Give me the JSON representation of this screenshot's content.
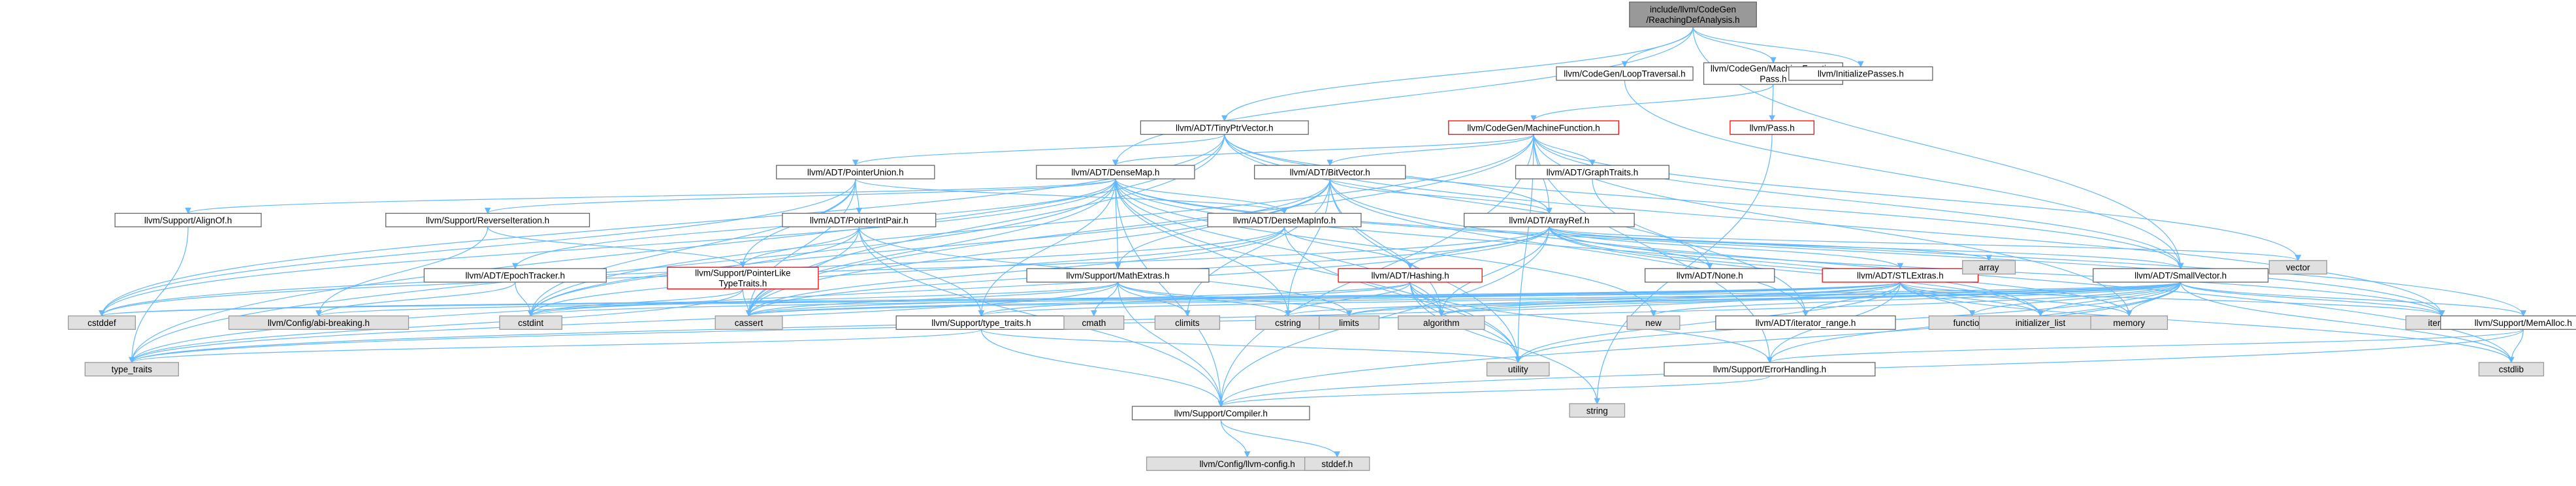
{
  "diagram": {
    "type": "include-dependency-graph",
    "colors": {
      "root_fill": "#999999",
      "node_border": "#666666",
      "missing_border": "#ff0000",
      "system_fill": "#e0e0e0",
      "edge": "#63b8ff"
    },
    "nodes": [
      {
        "id": "root",
        "style": "root",
        "label": [
          "include/llvm/CodeGen",
          "/ReachingDefAnalysis.h"
        ]
      },
      {
        "id": "loopTraversal",
        "style": "plain",
        "label": [
          "llvm/CodeGen/LoopTraversal.h"
        ]
      },
      {
        "id": "mfp",
        "style": "plain",
        "label": [
          "llvm/CodeGen/MachineFunction",
          "Pass.h"
        ]
      },
      {
        "id": "initPasses",
        "style": "plain",
        "label": [
          "llvm/InitializePasses.h"
        ]
      },
      {
        "id": "tinyPtr",
        "style": "plain",
        "label": [
          "llvm/ADT/TinyPtrVector.h"
        ]
      },
      {
        "id": "machineFunction",
        "style": "red",
        "label": [
          "llvm/CodeGen/MachineFunction.h"
        ]
      },
      {
        "id": "pass",
        "style": "red",
        "label": [
          "llvm/Pass.h"
        ]
      },
      {
        "id": "ptrUnion",
        "style": "plain",
        "label": [
          "llvm/ADT/PointerUnion.h"
        ]
      },
      {
        "id": "denseMap",
        "style": "plain",
        "label": [
          "llvm/ADT/DenseMap.h"
        ]
      },
      {
        "id": "bitVector",
        "style": "plain",
        "label": [
          "llvm/ADT/BitVector.h"
        ]
      },
      {
        "id": "graphTraits",
        "style": "plain",
        "label": [
          "llvm/ADT/GraphTraits.h"
        ]
      },
      {
        "id": "alignOf",
        "style": "plain",
        "label": [
          "llvm/Support/AlignOf.h"
        ]
      },
      {
        "id": "revIter",
        "style": "plain",
        "label": [
          "llvm/Support/ReverseIteration.h"
        ]
      },
      {
        "id": "ptrIntPair",
        "style": "plain",
        "label": [
          "llvm/ADT/PointerIntPair.h"
        ]
      },
      {
        "id": "denseMapInfo",
        "style": "plain",
        "label": [
          "llvm/ADT/DenseMapInfo.h"
        ]
      },
      {
        "id": "arrayRef",
        "style": "plain",
        "label": [
          "llvm/ADT/ArrayRef.h"
        ]
      },
      {
        "id": "epoch",
        "style": "plain",
        "label": [
          "llvm/ADT/EpochTracker.h"
        ]
      },
      {
        "id": "ptrLike",
        "style": "red",
        "label": [
          "llvm/Support/PointerLike",
          "TypeTraits.h"
        ]
      },
      {
        "id": "mathExtras",
        "style": "plain",
        "label": [
          "llvm/Support/MathExtras.h"
        ]
      },
      {
        "id": "hashing",
        "style": "red",
        "label": [
          "llvm/ADT/Hashing.h"
        ]
      },
      {
        "id": "none",
        "style": "plain",
        "label": [
          "llvm/ADT/None.h"
        ]
      },
      {
        "id": "stlExtras",
        "style": "red",
        "label": [
          "llvm/ADT/STLExtras.h"
        ]
      },
      {
        "id": "smallVector",
        "style": "plain",
        "label": [
          "llvm/ADT/SmallVector.h"
        ]
      },
      {
        "id": "array",
        "style": "gray",
        "label": [
          "array"
        ]
      },
      {
        "id": "vector",
        "style": "gray",
        "label": [
          "vector"
        ]
      },
      {
        "id": "cstddef",
        "style": "gray",
        "label": [
          "cstddef"
        ]
      },
      {
        "id": "abiBreaking",
        "style": "gray",
        "label": [
          "llvm/Config/abi-breaking.h"
        ]
      },
      {
        "id": "cstdint",
        "style": "gray",
        "label": [
          "cstdint"
        ]
      },
      {
        "id": "cassert",
        "style": "gray",
        "label": [
          "cassert"
        ]
      },
      {
        "id": "typeTraitsLlvm",
        "style": "plain",
        "label": [
          "llvm/Support/type_traits.h"
        ]
      },
      {
        "id": "cmath",
        "style": "gray",
        "label": [
          "cmath"
        ]
      },
      {
        "id": "climits",
        "style": "gray",
        "label": [
          "climits"
        ]
      },
      {
        "id": "cstring",
        "style": "gray",
        "label": [
          "cstring"
        ]
      },
      {
        "id": "limits",
        "style": "gray",
        "label": [
          "limits"
        ]
      },
      {
        "id": "algorithm",
        "style": "gray",
        "label": [
          "algorithm"
        ]
      },
      {
        "id": "new",
        "style": "gray",
        "label": [
          "new"
        ]
      },
      {
        "id": "iterRange",
        "style": "plain",
        "label": [
          "llvm/ADT/iterator_range.h"
        ]
      },
      {
        "id": "functional",
        "style": "gray",
        "label": [
          "functional"
        ]
      },
      {
        "id": "initList",
        "style": "gray",
        "label": [
          "initializer_list"
        ]
      },
      {
        "id": "memory",
        "style": "gray",
        "label": [
          "memory"
        ]
      },
      {
        "id": "iterator",
        "style": "gray",
        "label": [
          "iterator"
        ]
      },
      {
        "id": "memAlloc",
        "style": "plain",
        "label": [
          "llvm/Support/MemAlloc.h"
        ]
      },
      {
        "id": "typeTraits",
        "style": "gray",
        "label": [
          "type_traits"
        ]
      },
      {
        "id": "utility",
        "style": "gray",
        "label": [
          "utility"
        ]
      },
      {
        "id": "errorHandling",
        "style": "plain",
        "label": [
          "llvm/Support/ErrorHandling.h"
        ]
      },
      {
        "id": "cstdlib",
        "style": "gray",
        "label": [
          "cstdlib"
        ]
      },
      {
        "id": "string",
        "style": "gray",
        "label": [
          "string"
        ]
      },
      {
        "id": "compiler",
        "style": "plain",
        "label": [
          "llvm/Support/Compiler.h"
        ]
      },
      {
        "id": "llvmConfig",
        "style": "gray",
        "label": [
          "llvm/Config/llvm-config.h"
        ]
      },
      {
        "id": "stddef",
        "style": "gray",
        "label": [
          "stddef.h"
        ]
      }
    ],
    "edges": [
      [
        "root",
        "loopTraversal"
      ],
      [
        "root",
        "mfp"
      ],
      [
        "root",
        "initPasses"
      ],
      [
        "root",
        "tinyPtr"
      ],
      [
        "root",
        "denseMap"
      ],
      [
        "root",
        "smallVector"
      ],
      [
        "loopTraversal",
        "smallVector"
      ],
      [
        "mfp",
        "machineFunction"
      ],
      [
        "mfp",
        "pass"
      ],
      [
        "pass",
        "string"
      ],
      [
        "tinyPtr",
        "ptrUnion"
      ],
      [
        "tinyPtr",
        "arrayRef"
      ],
      [
        "tinyPtr",
        "none"
      ],
      [
        "tinyPtr",
        "smallVector"
      ],
      [
        "tinyPtr",
        "cassert"
      ],
      [
        "tinyPtr",
        "cstddef"
      ],
      [
        "tinyPtr",
        "iterator"
      ],
      [
        "tinyPtr",
        "typeTraits"
      ],
      [
        "machineFunction",
        "denseMap"
      ],
      [
        "machineFunction",
        "bitVector"
      ],
      [
        "machineFunction",
        "graphTraits"
      ],
      [
        "machineFunction",
        "arrayRef"
      ],
      [
        "machineFunction",
        "smallVector"
      ],
      [
        "machineFunction",
        "compiler"
      ],
      [
        "machineFunction",
        "cassert"
      ],
      [
        "machineFunction",
        "cstdint"
      ],
      [
        "machineFunction",
        "memory"
      ],
      [
        "machineFunction",
        "utility"
      ],
      [
        "machineFunction",
        "vector"
      ],
      [
        "machineFunction",
        "errorHandling"
      ],
      [
        "ptrUnion",
        "denseMapInfo"
      ],
      [
        "ptrUnion",
        "ptrIntPair"
      ],
      [
        "ptrUnion",
        "ptrLike"
      ],
      [
        "ptrUnion",
        "cassert"
      ],
      [
        "ptrUnion",
        "cstddef"
      ],
      [
        "ptrUnion",
        "cstdint"
      ],
      [
        "denseMap",
        "denseMapInfo"
      ],
      [
        "denseMap",
        "epoch"
      ],
      [
        "denseMap",
        "alignOf"
      ],
      [
        "denseMap",
        "compiler"
      ],
      [
        "denseMap",
        "mathExtras"
      ],
      [
        "denseMap",
        "memAlloc"
      ],
      [
        "denseMap",
        "revIter"
      ],
      [
        "denseMap",
        "typeTraitsLlvm"
      ],
      [
        "denseMap",
        "algorithm"
      ],
      [
        "denseMap",
        "cassert"
      ],
      [
        "denseMap",
        "cstddef"
      ],
      [
        "denseMap",
        "cstring"
      ],
      [
        "denseMap",
        "initList"
      ],
      [
        "denseMap",
        "iterator"
      ],
      [
        "denseMap",
        "new"
      ],
      [
        "denseMap",
        "typeTraits"
      ],
      [
        "denseMap",
        "utility"
      ],
      [
        "bitVector",
        "arrayRef"
      ],
      [
        "bitVector",
        "iterRange"
      ],
      [
        "bitVector",
        "mathExtras"
      ],
      [
        "bitVector",
        "algorithm"
      ],
      [
        "bitVector",
        "cassert"
      ],
      [
        "bitVector",
        "climits"
      ],
      [
        "bitVector",
        "cstdint"
      ],
      [
        "bitVector",
        "cstdlib"
      ],
      [
        "bitVector",
        "cstring"
      ],
      [
        "bitVector",
        "utility"
      ],
      [
        "graphTraits",
        "iterRange"
      ],
      [
        "alignOf",
        "typeTraits"
      ],
      [
        "revIter",
        "abiBreaking"
      ],
      [
        "revIter",
        "ptrLike"
      ],
      [
        "ptrIntPair",
        "compiler"
      ],
      [
        "ptrIntPair",
        "ptrLike"
      ],
      [
        "ptrIntPair",
        "typeTraitsLlvm"
      ],
      [
        "ptrIntPair",
        "cassert"
      ],
      [
        "ptrIntPair",
        "cstdint"
      ],
      [
        "ptrIntPair",
        "limits"
      ],
      [
        "denseMapInfo",
        "hashing"
      ],
      [
        "denseMapInfo",
        "cassert"
      ],
      [
        "denseMapInfo",
        "cstddef"
      ],
      [
        "denseMapInfo",
        "cstdint"
      ],
      [
        "denseMapInfo",
        "utility"
      ],
      [
        "arrayRef",
        "hashing"
      ],
      [
        "arrayRef",
        "none"
      ],
      [
        "arrayRef",
        "smallVector"
      ],
      [
        "arrayRef",
        "stlExtras"
      ],
      [
        "arrayRef",
        "compiler"
      ],
      [
        "arrayRef",
        "algorithm"
      ],
      [
        "arrayRef",
        "array"
      ],
      [
        "arrayRef",
        "cassert"
      ],
      [
        "arrayRef",
        "cstddef"
      ],
      [
        "arrayRef",
        "initList"
      ],
      [
        "arrayRef",
        "iterator"
      ],
      [
        "arrayRef",
        "memory"
      ],
      [
        "arrayRef",
        "typeTraits"
      ],
      [
        "arrayRef",
        "vector"
      ],
      [
        "epoch",
        "abiBreaking"
      ],
      [
        "epoch",
        "cstdint"
      ],
      [
        "ptrLike",
        "cassert"
      ],
      [
        "ptrLike",
        "cstdint"
      ],
      [
        "ptrLike",
        "typeTraits"
      ],
      [
        "mathExtras",
        "compiler"
      ],
      [
        "mathExtras",
        "cassert"
      ],
      [
        "mathExtras",
        "climits"
      ],
      [
        "mathExtras",
        "cmath"
      ],
      [
        "mathExtras",
        "cstdint"
      ],
      [
        "mathExtras",
        "cstring"
      ],
      [
        "mathExtras",
        "limits"
      ],
      [
        "mathExtras",
        "typeTraits"
      ],
      [
        "hashing",
        "errorHandling"
      ],
      [
        "hashing",
        "typeTraitsLlvm"
      ],
      [
        "hashing",
        "algorithm"
      ],
      [
        "hashing",
        "cassert"
      ],
      [
        "hashing",
        "cstring"
      ],
      [
        "hashing",
        "string"
      ],
      [
        "hashing",
        "utility"
      ],
      [
        "stlExtras",
        "iterRange"
      ],
      [
        "stlExtras",
        "errorHandling"
      ],
      [
        "stlExtras",
        "abiBreaking"
      ],
      [
        "stlExtras",
        "algorithm"
      ],
      [
        "stlExtras",
        "cassert"
      ],
      [
        "stlExtras",
        "cstddef"
      ],
      [
        "stlExtras",
        "cstdint"
      ],
      [
        "stlExtras",
        "cstdlib"
      ],
      [
        "stlExtras",
        "functional"
      ],
      [
        "stlExtras",
        "initList"
      ],
      [
        "stlExtras",
        "iterator"
      ],
      [
        "stlExtras",
        "limits"
      ],
      [
        "stlExtras",
        "memory"
      ],
      [
        "stlExtras",
        "typeTraits"
      ],
      [
        "stlExtras",
        "utility"
      ],
      [
        "smallVector",
        "compiler"
      ],
      [
        "smallVector",
        "memAlloc"
      ],
      [
        "smallVector",
        "typeTraitsLlvm"
      ],
      [
        "smallVector",
        "errorHandling"
      ],
      [
        "smallVector",
        "algorithm"
      ],
      [
        "smallVector",
        "cassert"
      ],
      [
        "smallVector",
        "cstddef"
      ],
      [
        "smallVector",
        "cstdlib"
      ],
      [
        "smallVector",
        "cstring"
      ],
      [
        "smallVector",
        "functional"
      ],
      [
        "smallVector",
        "initList"
      ],
      [
        "smallVector",
        "iterator"
      ],
      [
        "smallVector",
        "limits"
      ],
      [
        "smallVector",
        "memory"
      ],
      [
        "smallVector",
        "new"
      ],
      [
        "smallVector",
        "typeTraits"
      ],
      [
        "smallVector",
        "utility"
      ],
      [
        "typeTraitsLlvm",
        "compiler"
      ],
      [
        "typeTraitsLlvm",
        "typeTraits"
      ],
      [
        "typeTraitsLlvm",
        "utility"
      ],
      [
        "memAlloc",
        "compiler"
      ],
      [
        "memAlloc",
        "errorHandling"
      ],
      [
        "memAlloc",
        "cstdlib"
      ],
      [
        "errorHandling",
        "compiler"
      ],
      [
        "compiler",
        "llvmConfig"
      ],
      [
        "compiler",
        "stddef"
      ]
    ]
  }
}
